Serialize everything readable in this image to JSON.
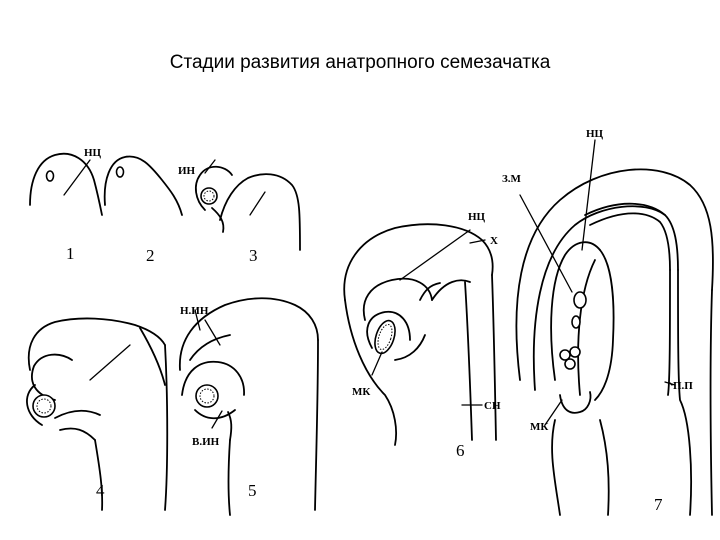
{
  "title": "Стадии развития анатропного семезачатка",
  "stage_numbers": [
    "1",
    "2",
    "3",
    "4",
    "5",
    "6",
    "7"
  ],
  "labels": {
    "nc1": "НЦ",
    "in2": "ИН",
    "nin5": "Н.ИН",
    "vin5": "В.ИН",
    "nc6": "НЦ",
    "x6": "Х",
    "mk6": "МК",
    "sn6": "СН",
    "nc7": "НЦ",
    "zm7": "З.М",
    "mk7": "МК",
    "pp7": "П.П"
  }
}
